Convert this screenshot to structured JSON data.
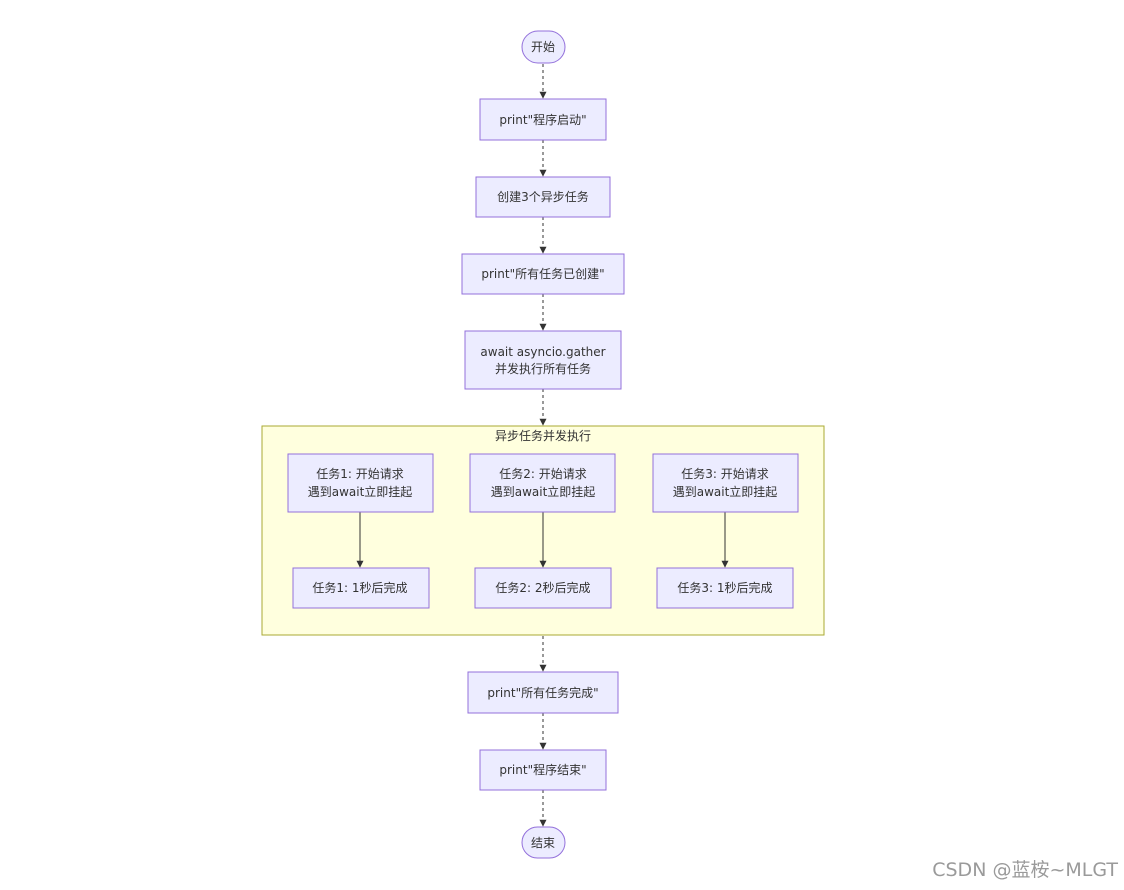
{
  "nodes": {
    "start": "开始",
    "print_start": "print\"程序启动\"",
    "create_tasks": "创建3个异步任务",
    "print_created": "print\"所有任务已创建\"",
    "gather_line1": "await asyncio.gather",
    "gather_line2": "并发执行所有任务",
    "task1_line1": "任务1: 开始请求",
    "task1_line2": "遇到await立即挂起",
    "task2_line1": "任务2: 开始请求",
    "task2_line2": "遇到await立即挂起",
    "task3_line1": "任务3: 开始请求",
    "task3_line2": "遇到await立即挂起",
    "task1_done": "任务1: 1秒后完成",
    "task2_done": "任务2: 2秒后完成",
    "task3_done": "任务3: 1秒后完成",
    "print_all_done": "print\"所有任务完成\"",
    "print_end": "print\"程序结束\"",
    "end": "结束"
  },
  "group": {
    "title": "异步任务并发执行"
  },
  "watermark": "CSDN @蓝桉~MLGT",
  "colors": {
    "node_fill": "#ECECFF",
    "node_stroke": "#9370DB",
    "group_fill": "#FFFFDE",
    "group_stroke": "#AAAA33",
    "edge": "#333333"
  }
}
